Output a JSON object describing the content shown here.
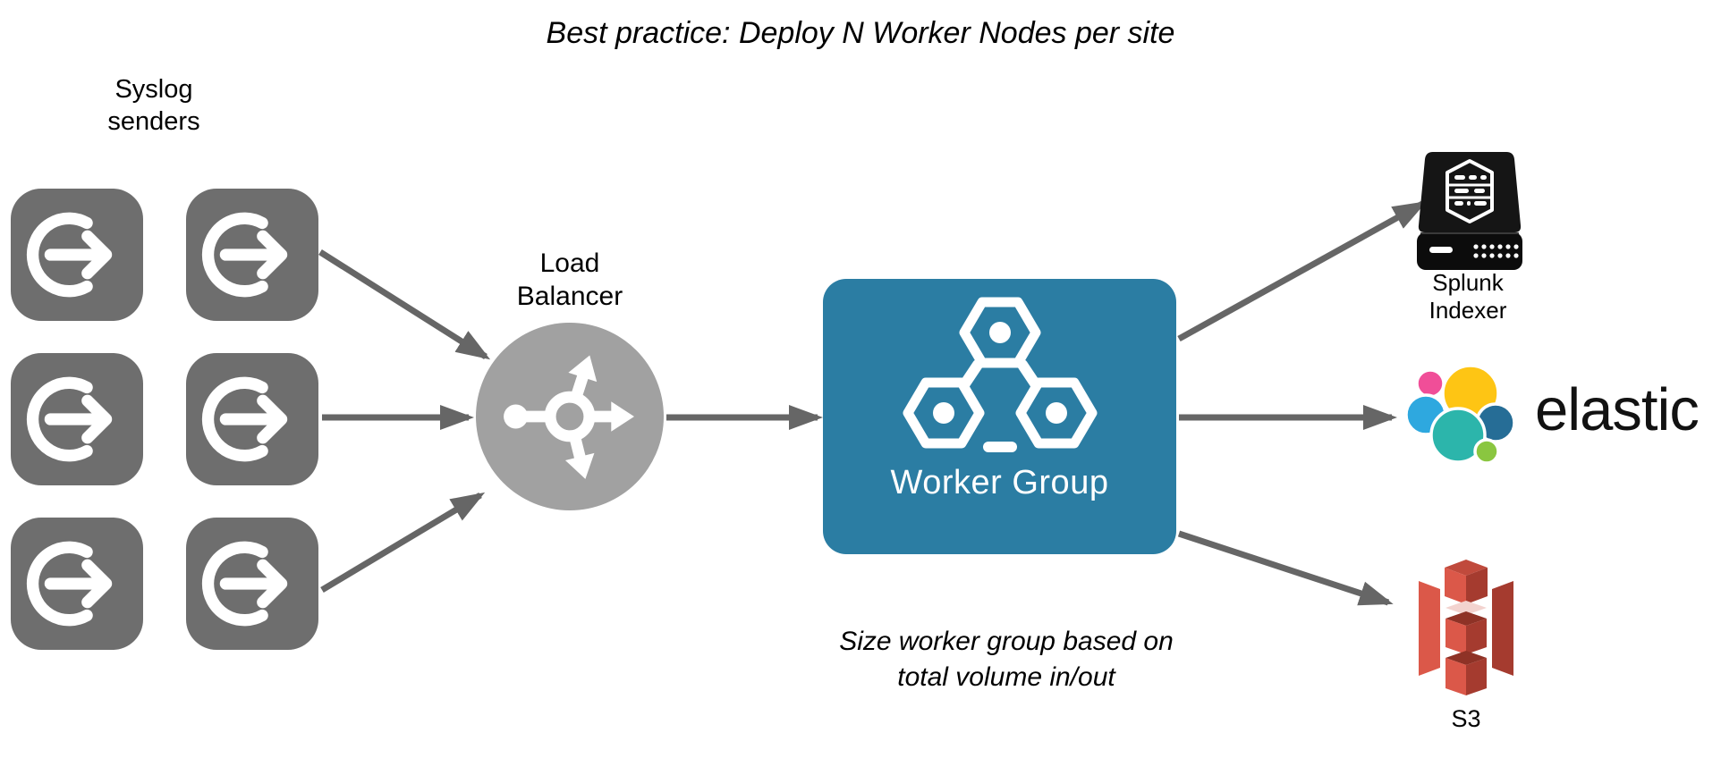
{
  "title": "Best practice: Deploy N Worker Nodes per site",
  "sources": {
    "label": "Syslog\nsenders",
    "sender_count": 6,
    "icon": "export-arrow-icon",
    "icon_color": "#6e6e6e"
  },
  "load_balancer": {
    "label": "Load\nBalancer",
    "icon": "distribute-arrows-icon",
    "icon_color": "#a1a1a1"
  },
  "worker_group": {
    "label": "Worker Group",
    "icon": "hexagon-cluster-icon",
    "fill_color": "#2b7da3",
    "note": "Size worker group based on\ntotal volume in/out"
  },
  "destinations": [
    {
      "id": "splunk-indexer",
      "label": "Splunk\nIndexer",
      "icon": "server-drive-icon"
    },
    {
      "id": "elastic",
      "label": "elastic",
      "icon": "elastic-logo"
    },
    {
      "id": "s3",
      "label": "S3",
      "icon": "s3-bucket-icon"
    }
  ],
  "colors": {
    "arrow": "#666666",
    "worker_blue": "#2b7da3",
    "sender_gray": "#6e6e6e",
    "lb_gray": "#a1a1a1",
    "elastic_yellow": "#fec514",
    "elastic_pink": "#f04e98",
    "elastic_light_blue": "#2ea8df",
    "elastic_teal": "#2cb5ab",
    "elastic_dark_blue": "#266d96",
    "elastic_green": "#8ac640",
    "s3_red": "#db5849"
  }
}
